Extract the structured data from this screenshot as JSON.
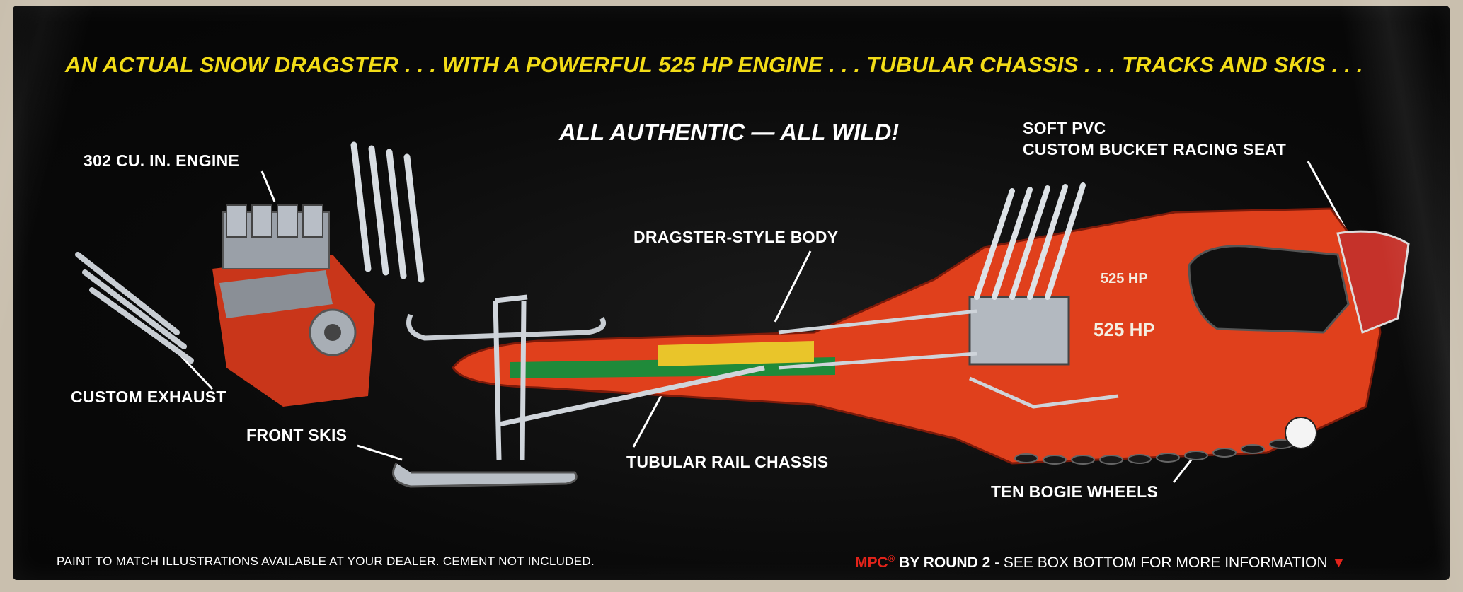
{
  "headline": "AN ACTUAL SNOW DRAGSTER . . . WITH A POWERFUL 525 HP ENGINE . . . TUBULAR CHASSIS . . . TRACKS AND SKIS . . .",
  "subheadline": "ALL AUTHENTIC — ALL WILD!",
  "callouts": {
    "engine": "302 CU. IN. ENGINE",
    "seat_line1": "SOFT PVC",
    "seat_line2": "CUSTOM BUCKET RACING SEAT",
    "body": "DRAGSTER-STYLE BODY",
    "exhaust": "CUSTOM EXHAUST",
    "skis": "FRONT SKIS",
    "chassis": "TUBULAR RAIL CHASSIS",
    "wheels": "TEN BOGIE WHEELS"
  },
  "decals": {
    "hp_small": "525 HP",
    "hp_large": "525 HP"
  },
  "footer": {
    "disclaimer": "PAINT TO MATCH ILLUSTRATIONS AVAILABLE AT YOUR DEALER. CEMENT NOT INCLUDED.",
    "brand": "MPC",
    "registered": "®",
    "by_round": "BY ROUND 2",
    "more_info": " - SEE BOX BOTTOM FOR MORE INFORMATION"
  },
  "colors": {
    "headline": "#f2dc17",
    "body_red": "#e0401c",
    "chassis_green": "#1f8a3a",
    "chassis_yellow": "#e9c52a",
    "brand_red": "#e2231a"
  }
}
